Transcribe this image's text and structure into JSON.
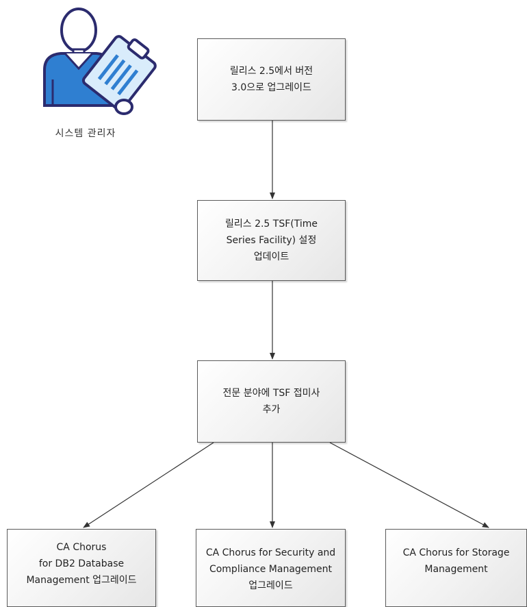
{
  "actor": {
    "icon": "system-administrator-icon",
    "label": "시스템 관리자"
  },
  "steps": [
    {
      "id": "upgrade-release",
      "label": "릴리스 2.5에서 버전\n3.0으로 업그레이드"
    },
    {
      "id": "update-tsf",
      "label": "릴리스 2.5 TSF(Time\nSeries Facility) 설정\n업데이트"
    },
    {
      "id": "add-tsf-suffix",
      "label": "전문 분야에 TSF 접미사\n추가"
    }
  ],
  "branches": [
    {
      "id": "db2",
      "label": "CA Chorus\nfor DB2 Database\nManagement 업그레이드"
    },
    {
      "id": "security",
      "label": "CA Chorus for Security and\nCompliance Management\n업그레이드"
    },
    {
      "id": "storage",
      "label": "CA Chorus for Storage\nManagement"
    }
  ],
  "colors": {
    "icon_navy": "#2b2b6e",
    "icon_blue": "#2f7fd1",
    "icon_light_blue": "#d9ecfb",
    "box_border": "#5a5a5a",
    "arrow": "#333333"
  }
}
